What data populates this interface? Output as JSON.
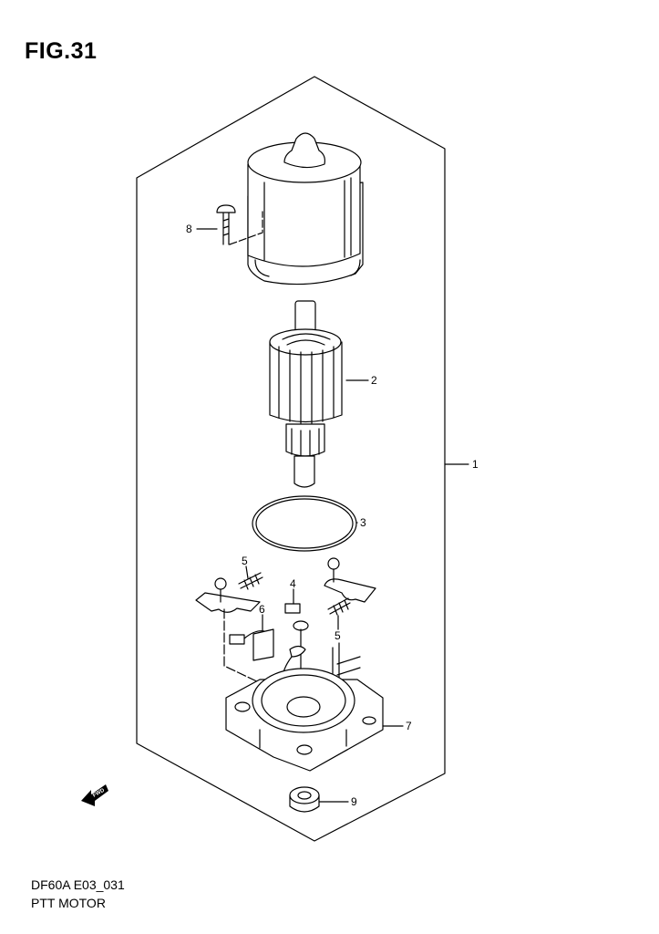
{
  "figure": {
    "title": "FIG.31",
    "code": "DF60A E03_031",
    "name": "PTT MOTOR"
  },
  "fwd_label": "FWD",
  "callouts": [
    {
      "ref": "1",
      "part": "ptt-motor-assembly"
    },
    {
      "ref": "2",
      "part": "armature"
    },
    {
      "ref": "3",
      "part": "o-ring"
    },
    {
      "ref": "4",
      "part": "brush"
    },
    {
      "ref": "5",
      "part": "spring"
    },
    {
      "ref": "5",
      "part": "spring"
    },
    {
      "ref": "6",
      "part": "brush"
    },
    {
      "ref": "7",
      "part": "brush-holder-base"
    },
    {
      "ref": "8",
      "part": "screw"
    },
    {
      "ref": "9",
      "part": "oil-seal"
    }
  ]
}
